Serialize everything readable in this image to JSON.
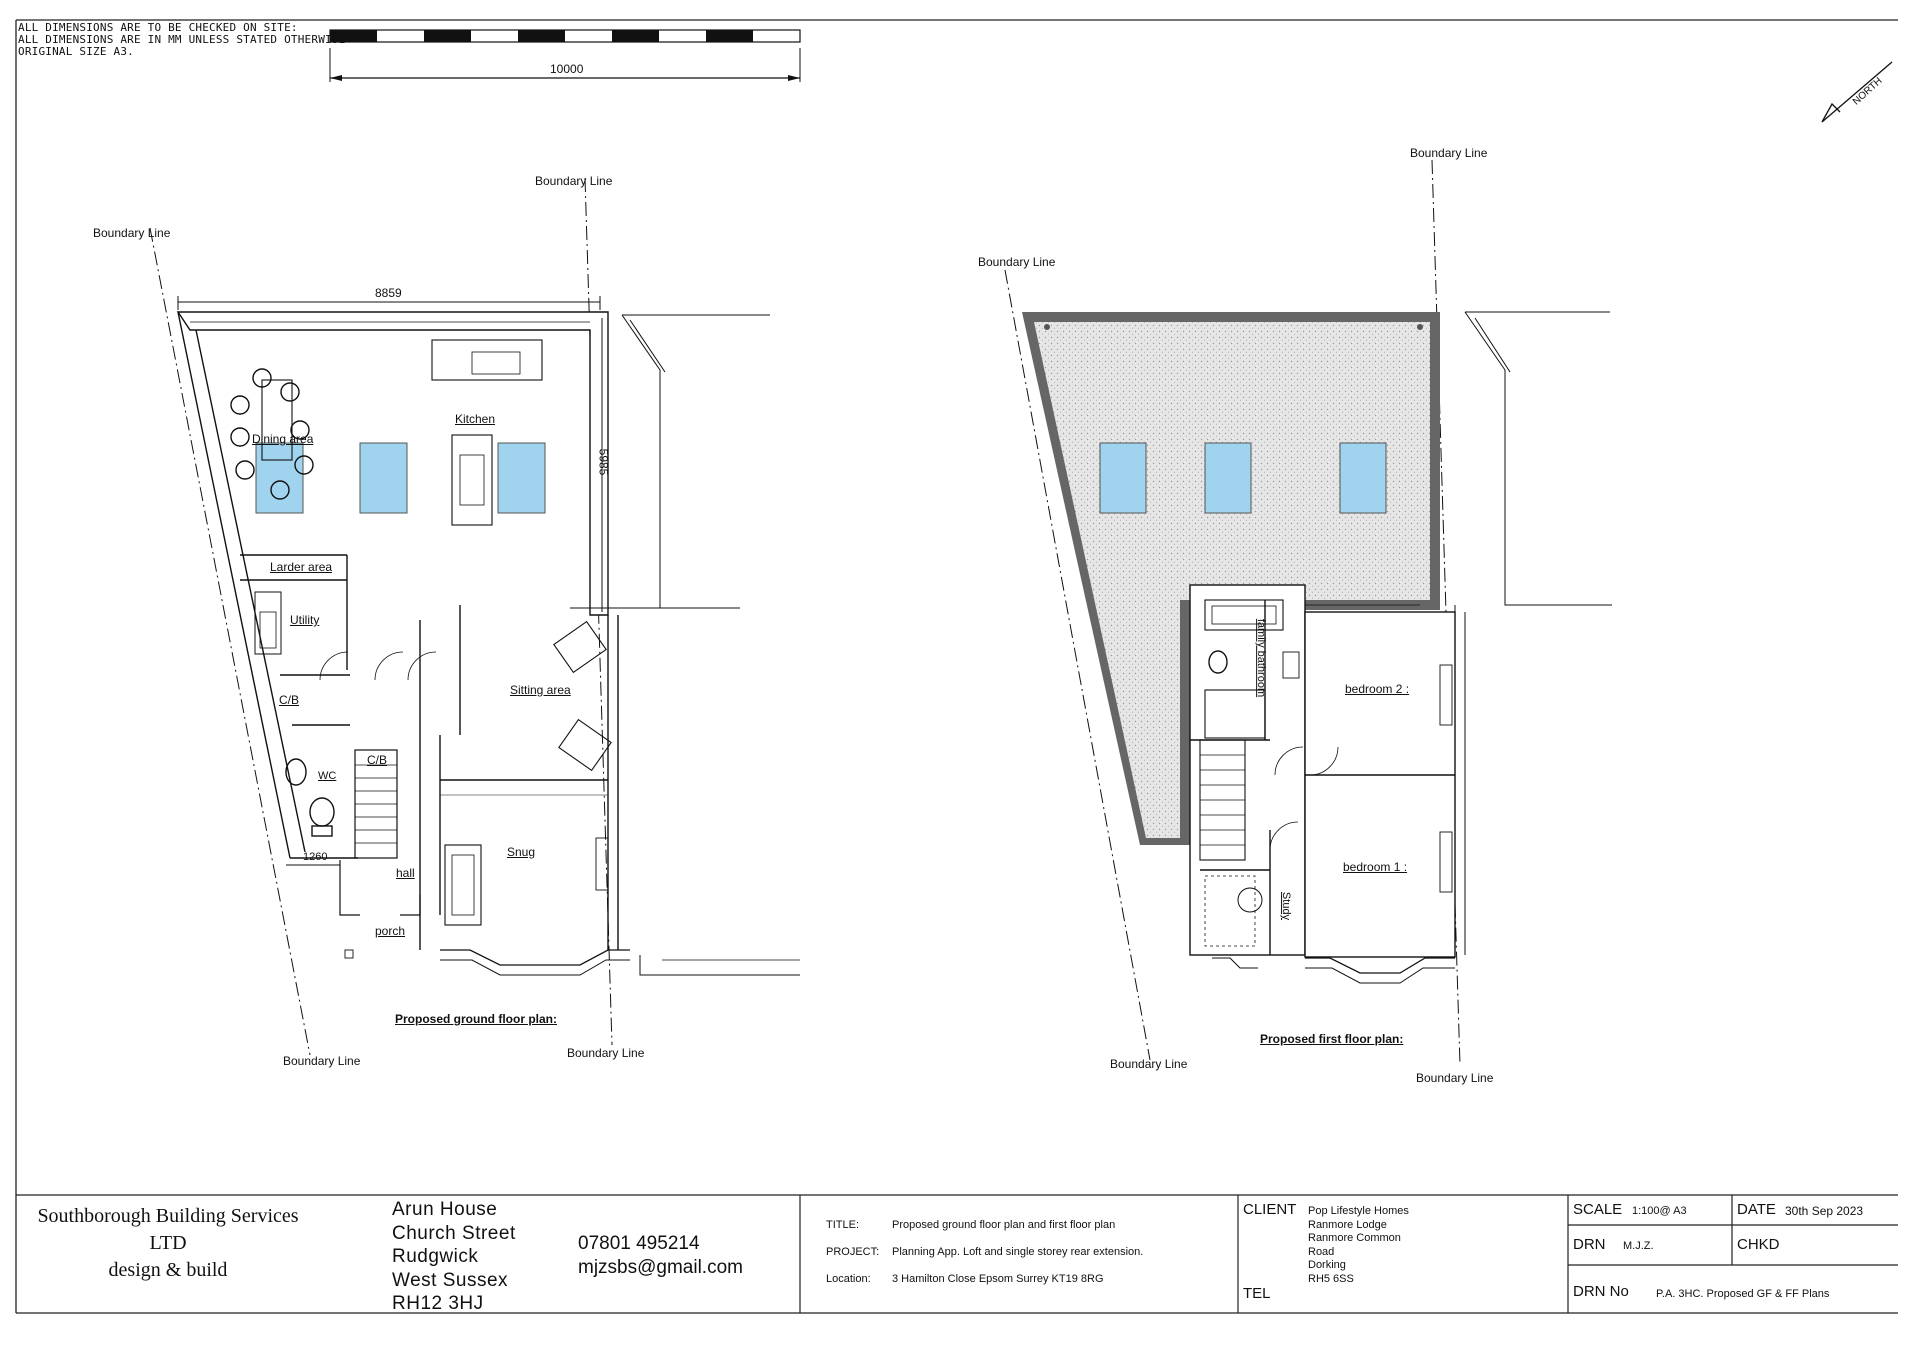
{
  "notes": [
    "ALL DIMENSIONS ARE TO BE CHECKED ON SITE:",
    "ALL DIMENSIONS ARE IN MM UNLESS STATED OTHERWISE",
    "ORIGINAL SIZE A3."
  ],
  "scale_bar": {
    "label": "10000"
  },
  "north": {
    "label": "NORTH"
  },
  "ground_floor": {
    "caption": "Proposed ground floor plan:",
    "boundary_labels": [
      "Boundary Line",
      "Boundary Line",
      "Boundary Line",
      "Boundary Line"
    ],
    "dims": {
      "width": "8859",
      "depth": "5985",
      "small": "1260"
    },
    "rooms": {
      "dining": "Dining area",
      "kitchen": "Kitchen",
      "larder": "Larder area",
      "utility": "Utility",
      "cb1": "C/B",
      "cb2": "C/B",
      "wc": "WC",
      "sitting": "Sitting area",
      "snug": "Snug",
      "hall": "hall",
      "porch": "porch"
    }
  },
  "first_floor": {
    "caption": "Proposed first floor plan:",
    "boundary_labels": [
      "Boundary Line",
      "Boundary Line",
      "Boundary Line",
      "Boundary Line"
    ],
    "rooms": {
      "bathroom": "family bathroom",
      "bedroom2": "bedroom 2 :",
      "bedroom1": "bedroom 1 :",
      "study": "Study"
    }
  },
  "title_block": {
    "company": [
      "Southborough Building Services LTD",
      "design & build"
    ],
    "address": [
      "Arun House",
      "Church Street",
      "Rudgwick",
      "West Sussex",
      "RH12  3HJ"
    ],
    "phone": "07801  495214",
    "email": "mjzsbs@gmail.com",
    "title_label": "TITLE:",
    "title_value": "Proposed ground floor plan and first floor plan",
    "project_label": "PROJECT:",
    "project_value": "Planning App. Loft and single storey rear extension.",
    "location_label": "Location:",
    "location_value": "3 Hamilton Close Epsom Surrey KT19 8RG",
    "client_label": "CLIENT",
    "client_lines": [
      "Pop Lifestyle Homes",
      "Ranmore Lodge",
      "Ranmore Common",
      "Road",
      "Dorking",
      "RH5 6SS"
    ],
    "tel_label": "TEL",
    "scale_label": "SCALE",
    "scale_value": "1:100@ A3",
    "date_label": "DATE",
    "date_value": "30th Sep 2023",
    "drn_label": "DRN",
    "drn_value": "M.J.Z.",
    "chkd_label": "CHKD",
    "drn_no_label": "DRN  No",
    "drn_no_value": "P.A. 3HC. Proposed GF & FF Plans"
  },
  "colors": {
    "roof_glazing": "#9fd3ee",
    "roof_fill": "#e4e4e4",
    "line": "#111111"
  }
}
